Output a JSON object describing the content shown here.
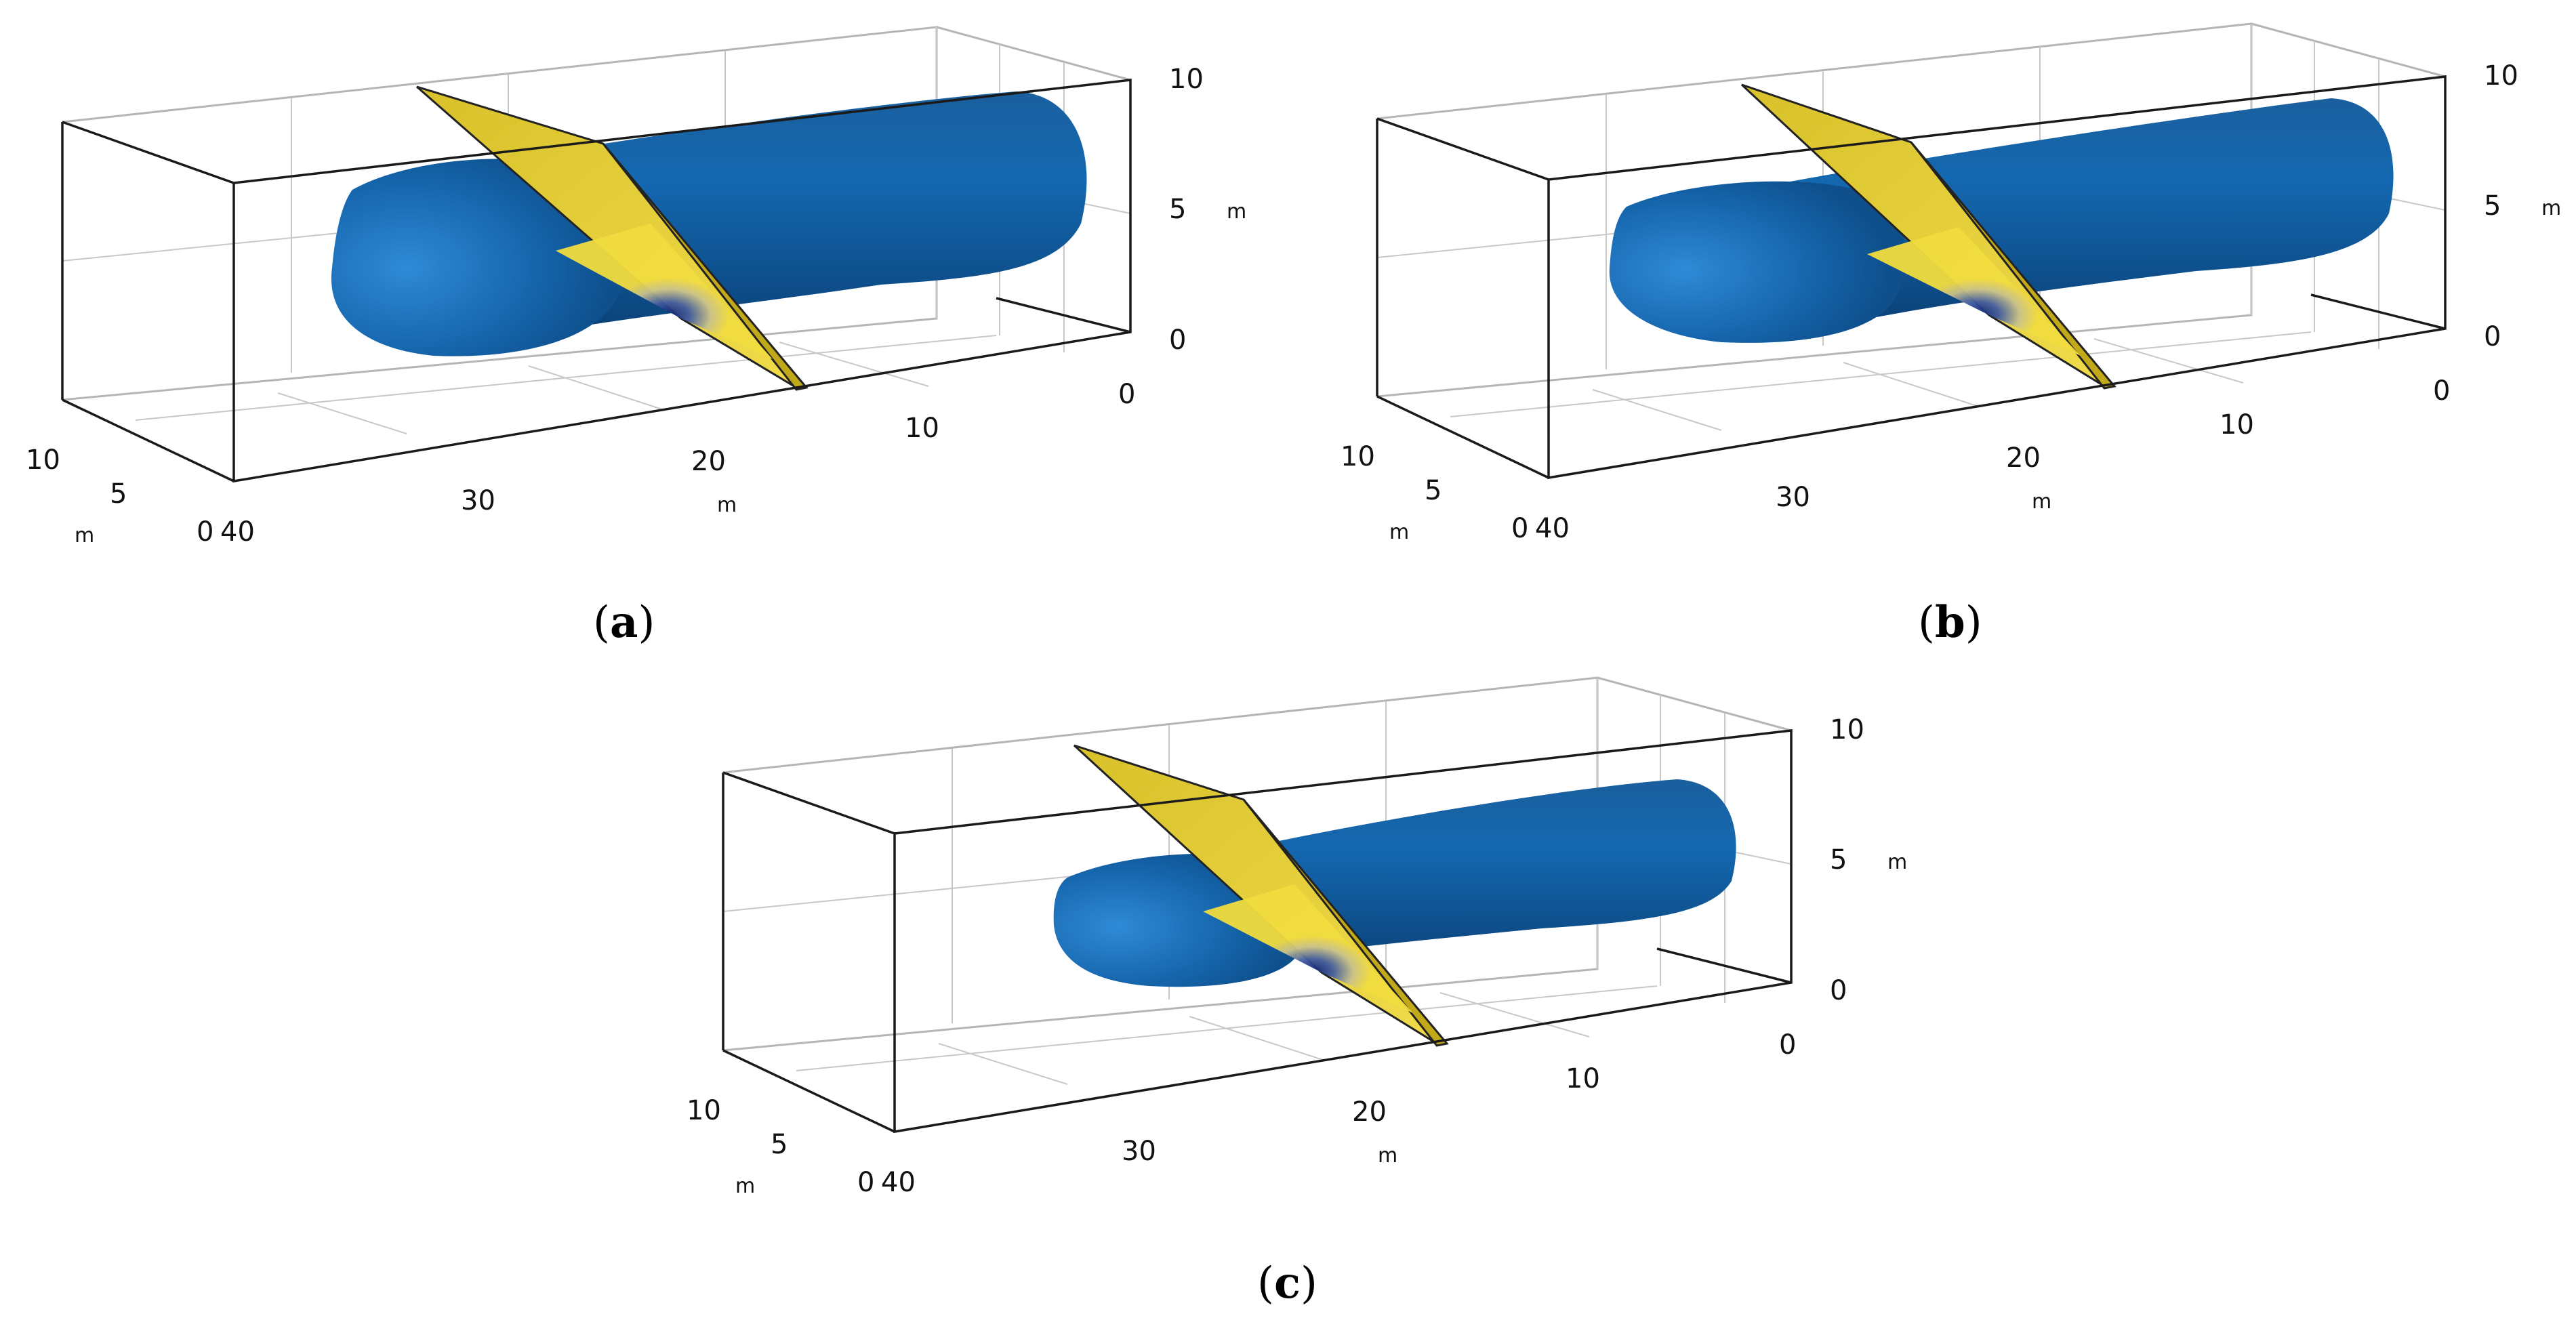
{
  "panels": [
    {
      "caption": "a",
      "z_ticks": [
        "10",
        "5",
        "0"
      ],
      "y_ticks": [
        "10",
        "5",
        "0"
      ],
      "x_ticks": [
        "40",
        "30",
        "20",
        "10",
        "0"
      ],
      "unit": "m",
      "pipe_start_fraction": 0.15,
      "plane_position_fraction": 0.55
    },
    {
      "caption": "b",
      "z_ticks": [
        "10",
        "5",
        "0"
      ],
      "y_ticks": [
        "10",
        "5",
        "0"
      ],
      "x_ticks": [
        "40",
        "30",
        "20",
        "10",
        "0"
      ],
      "unit": "m",
      "pipe_start_fraction": 0.15,
      "plane_position_fraction": 0.55
    },
    {
      "caption": "c",
      "z_ticks": [
        "10",
        "5",
        "0"
      ],
      "y_ticks": [
        "10",
        "5",
        "0"
      ],
      "x_ticks": [
        "40",
        "30",
        "20",
        "10",
        "0"
      ],
      "unit": "m",
      "pipe_start_fraction": 0.27,
      "plane_position_fraction": 0.55
    }
  ],
  "colors": {
    "pipe_dark": "#0e4d86",
    "pipe_mid": "#1565a8",
    "pipe_light": "#2f86d0",
    "plane_yellow": "#f1dc3f",
    "plane_dark_center": "#0b1f6e"
  }
}
